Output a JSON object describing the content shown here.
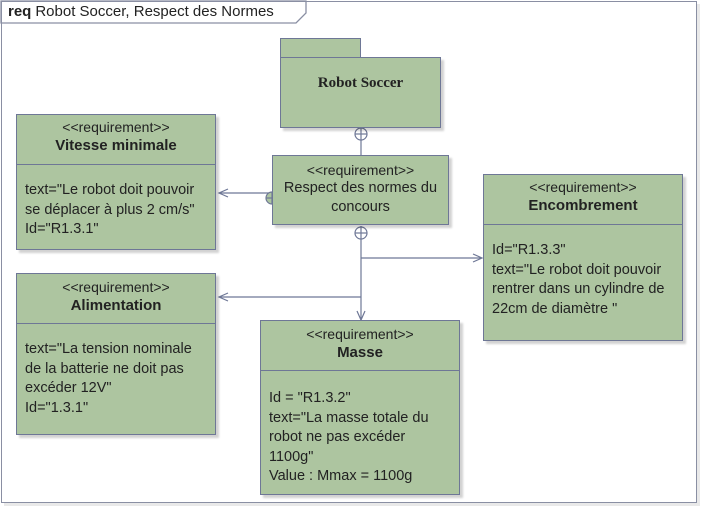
{
  "frame": {
    "keyword": "req",
    "title": "Robot Soccer, Respect des Normes"
  },
  "package": {
    "name": "Robot Soccer"
  },
  "requirements": {
    "respect": {
      "stereotype": "<<requirement>>",
      "lines": [
        "Respect des normes du",
        "concours"
      ]
    },
    "vitesse": {
      "stereotype": "<<requirement>>",
      "name": "Vitesse minimale",
      "lines": [
        "text=\"Le robot doit pouvoir",
        "se déplacer à plus 2 cm/s\"",
        "Id=\"R1.3.1\""
      ]
    },
    "alimentation": {
      "stereotype": "<<requirement>>",
      "name": "Alimentation",
      "lines": [
        "text=\"La tension nominale",
        "de la batterie ne doit pas",
        "excéder 12V\"",
        "Id=\"1.3.1\""
      ]
    },
    "masse": {
      "stereotype": "<<requirement>>",
      "name": "Masse",
      "lines": [
        "Id = \"R1.3.2\"",
        "text=\"La masse totale du",
        "robot ne pas excéder",
        "1100g\"",
        "Value : Mmax = 1100g"
      ]
    },
    "encombrement": {
      "stereotype": "<<requirement>>",
      "name": "Encombrement",
      "lines": [
        "Id=\"R1.3.3\"",
        "text=\"Le robot doit pouvoir",
        "rentrer dans un cylindre de",
        "22cm de diamètre \""
      ]
    }
  },
  "colors": {
    "fill": "#adc5a0",
    "stroke": "#6e7796"
  }
}
